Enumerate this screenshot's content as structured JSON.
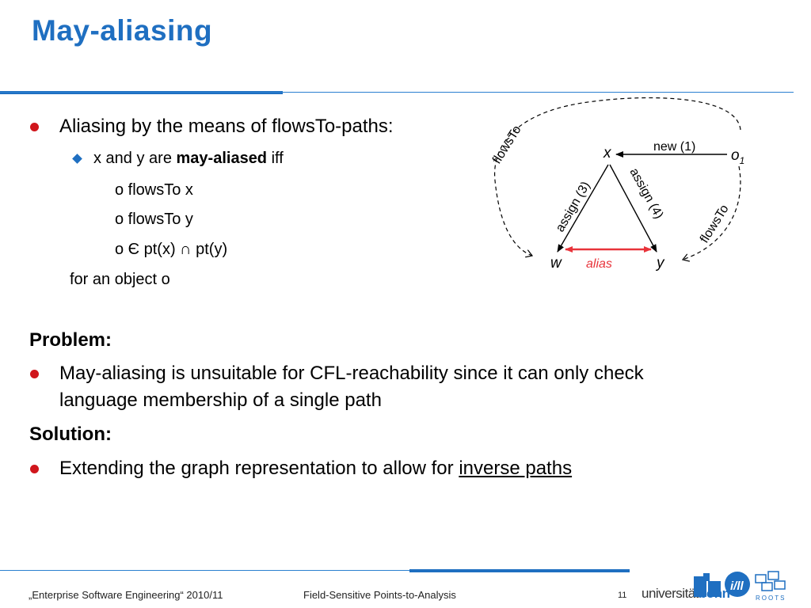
{
  "title": "May-aliasing",
  "bullets": {
    "b1": "Aliasing by the means of flowsTo-paths:",
    "sub_pre": "x and y are ",
    "sub_bold": "may-aliased",
    "sub_post": " iff",
    "cond1": "o flowsTo x",
    "cond2": "o flowsTo y",
    "cond3": "o Є pt(x) ∩ pt(y)",
    "for_obj": "for an object o"
  },
  "problem": {
    "heading": "Problem:",
    "line1": "May-aliasing is unsuitable for CFL-reachability since it can only check",
    "line2": "language membership of a single path"
  },
  "solution": {
    "heading": "Solution:",
    "pre": "Extending the graph representation to allow for ",
    "link": "inverse paths"
  },
  "diagram": {
    "node_x": "x",
    "node_o": "o",
    "node_o_sub": "1",
    "node_w": "w",
    "node_y": "y",
    "edge_new": "new (1)",
    "edge_assign3": "assign (3)",
    "edge_assign4": "assign (4)",
    "edge_flows_left": "flowsTo",
    "edge_flows_right": "flowsTo",
    "edge_alias": "alias",
    "alias_color": "#e8333a"
  },
  "footer": {
    "course": "„Enterprise Software Engineering“ 2010/11",
    "topic": "Field-Sensitive Points-to-Analysis",
    "page": "11",
    "logo_uni": "universität",
    "logo_bonn": "bonn",
    "logo_roots": "ROOTS"
  }
}
